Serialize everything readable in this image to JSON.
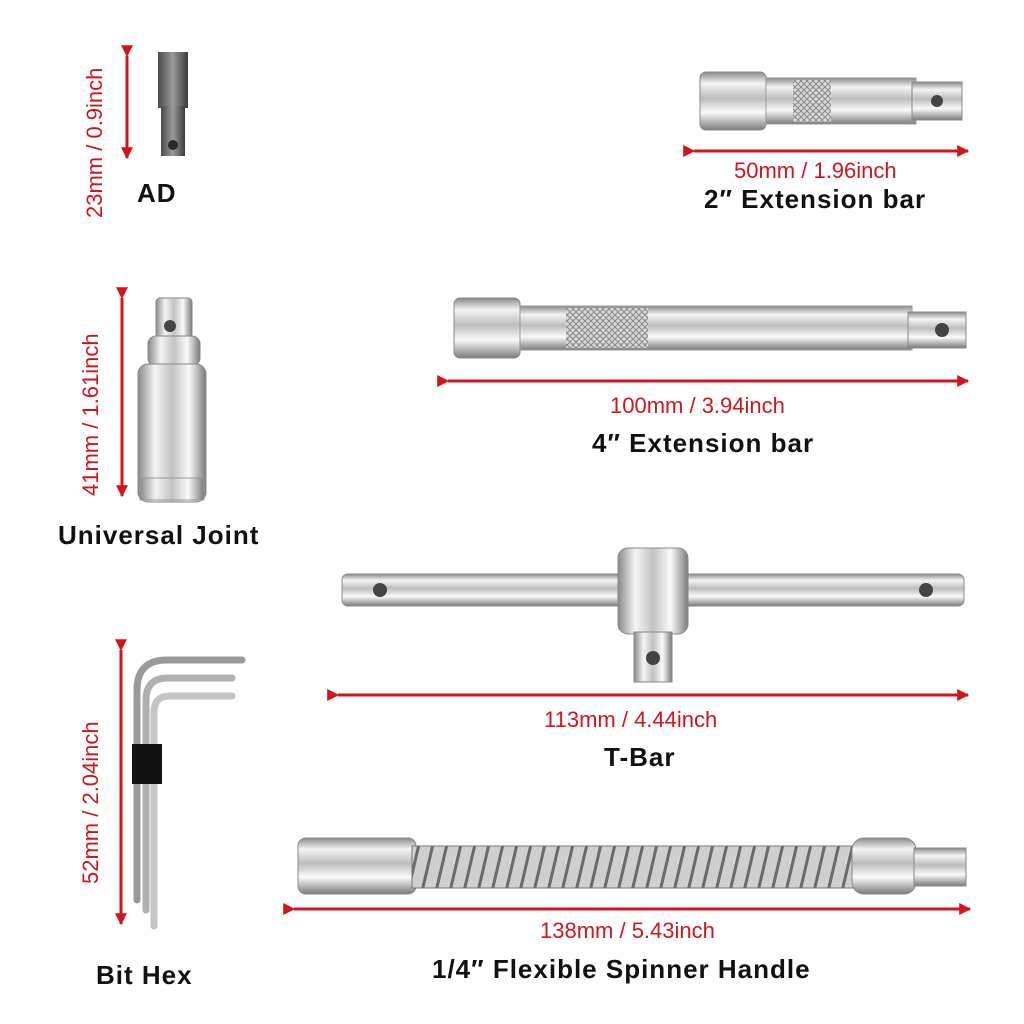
{
  "accent_color": "#d2141c",
  "items": {
    "ad": {
      "name": "AD",
      "dimension": "23mm / 0.9inch"
    },
    "ext2": {
      "name": "2″ Extension bar",
      "dimension": "50mm / 1.96inch"
    },
    "ujoint": {
      "name": "Universal Joint",
      "dimension": "41mm / 1.61inch"
    },
    "ext4": {
      "name": "4″ Extension bar",
      "dimension": "100mm / 3.94inch"
    },
    "tbar": {
      "name": "T-Bar",
      "dimension": "113mm / 4.44inch"
    },
    "hex": {
      "name": "Bit Hex",
      "dimension": "52mm / 2.04inch"
    },
    "flex": {
      "name": "1/4″ Flexible Spinner Handle",
      "dimension": "138mm / 5.43inch"
    }
  }
}
